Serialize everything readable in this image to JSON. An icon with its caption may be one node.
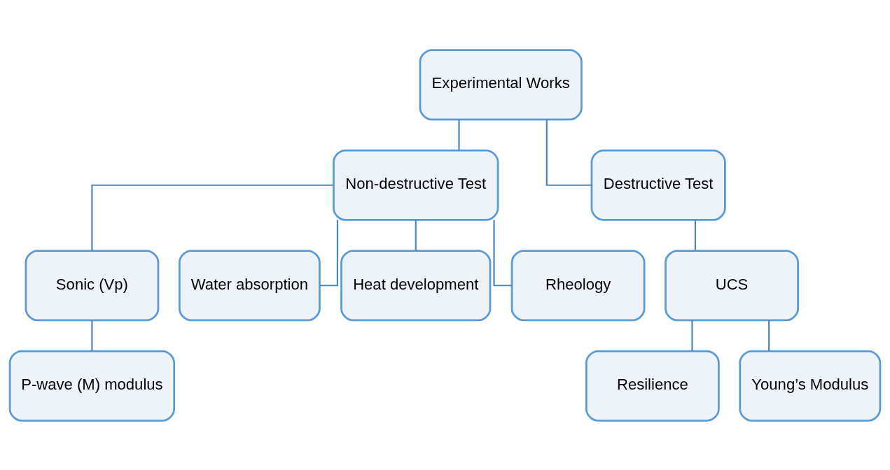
{
  "diagram": {
    "nodes": [
      {
        "text": [
          "Experimental Works"
        ]
      },
      {
        "text": [
          "Non-destructive Test"
        ]
      },
      {
        "text": [
          "Destructive Test"
        ]
      },
      {
        "text": [
          "Sonic (Vp)"
        ]
      },
      {
        "text": [
          "Water absorption"
        ]
      },
      {
        "text": [
          "Heat development"
        ]
      },
      {
        "text": [
          "Rheology"
        ]
      },
      {
        "text": [
          "UCS"
        ]
      },
      {
        "text": [
          "P-wave (M) modulus"
        ]
      },
      {
        "text": [
          "Resilience"
        ]
      },
      {
        "text": [
          "Young’s Modulus"
        ]
      }
    ],
    "edges": [
      {
        "from": 0,
        "to": 1,
        "arrow": "none"
      },
      {
        "from": 0,
        "to": 2,
        "arrow": "none"
      },
      {
        "from": 1,
        "to": 3,
        "arrow": "none"
      },
      {
        "from": 1,
        "to": 4,
        "arrow": "none"
      },
      {
        "from": 1,
        "to": 5,
        "arrow": "none"
      },
      {
        "from": 1,
        "to": 6,
        "arrow": "none"
      },
      {
        "from": 2,
        "to": 7,
        "arrow": "none"
      },
      {
        "from": 3,
        "to": 8,
        "arrow": "none"
      },
      {
        "from": 7,
        "to": 9,
        "arrow": "none"
      },
      {
        "from": 7,
        "to": 10,
        "arrow": "none"
      }
    ]
  }
}
